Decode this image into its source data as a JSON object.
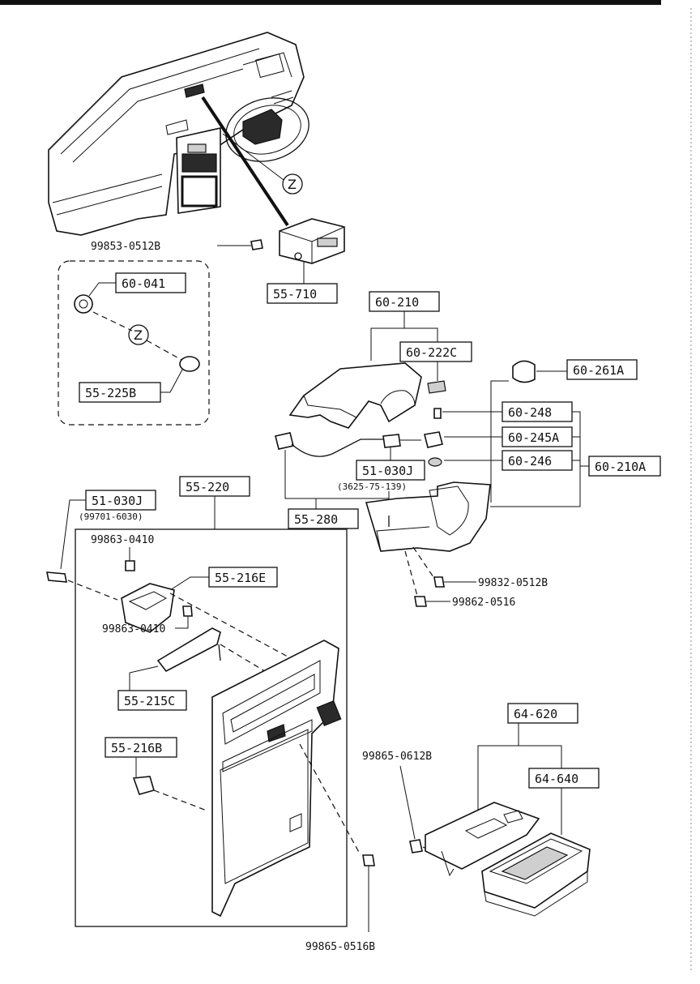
{
  "labels": {
    "p55_710": "55-710",
    "p60_041": "60-041",
    "p55_225b": "55-225B",
    "p60_210": "60-210",
    "p60_222c": "60-222C",
    "p60_261a": "60-261A",
    "p60_248": "60-248",
    "p60_245a": "60-245A",
    "p60_246": "60-246",
    "p60_210a": "60-210A",
    "p51_030j_a": "51-030J",
    "p51_030j_a_sub": "(3625-75-139)",
    "p55_280": "55-280",
    "p55_220": "55-220",
    "p51_030j_b": "51-030J",
    "p51_030j_b_sub": "(99701-6030)",
    "p55_216e": "55-216E",
    "p55_215c": "55-215C",
    "p55_216b": "55-216B",
    "p64_620": "64-620",
    "p64_640": "64-640"
  },
  "plain": {
    "s99853_0512b": "99853-0512B",
    "s99863_0410_a": "99863-0410",
    "s99863_0410_b": "99863-0410",
    "s99832_0512b": "99832-0512B",
    "s99862_0516": "99862-0516",
    "s99865_0612b": "99865-0612B",
    "s99865_0516b": "99865-0516B",
    "z1": "Z",
    "z2": "Z"
  }
}
